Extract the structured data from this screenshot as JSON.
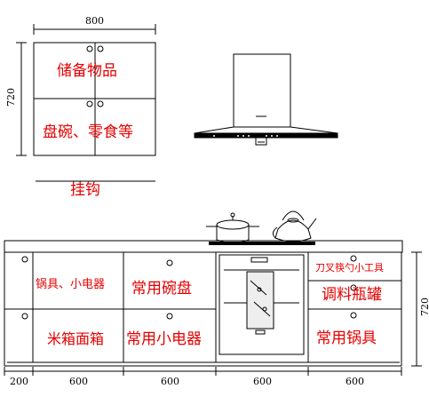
{
  "wall_cabinet": {
    "width_dim": "800",
    "height_dim": "720",
    "upper_label": "储备物品",
    "lower_label": "盘碗、零食等"
  },
  "rail": {
    "label": "挂钩"
  },
  "base_cabinet": {
    "height_dim": "720",
    "left_top_label": "锅具、小电器",
    "left_bottom_label": "米箱面箱",
    "mid_top_label": "常用碗盘",
    "mid_bottom_label": "常用小电器",
    "right_drawer_label": "刀叉筷勺小工具",
    "right_middle_label": "调料瓶罐",
    "right_bottom_label": "常用锅具"
  },
  "bottom_dims": [
    "200",
    "600",
    "600",
    "600",
    "600"
  ],
  "colors": {
    "label": "#e60000",
    "line": "#000000"
  }
}
